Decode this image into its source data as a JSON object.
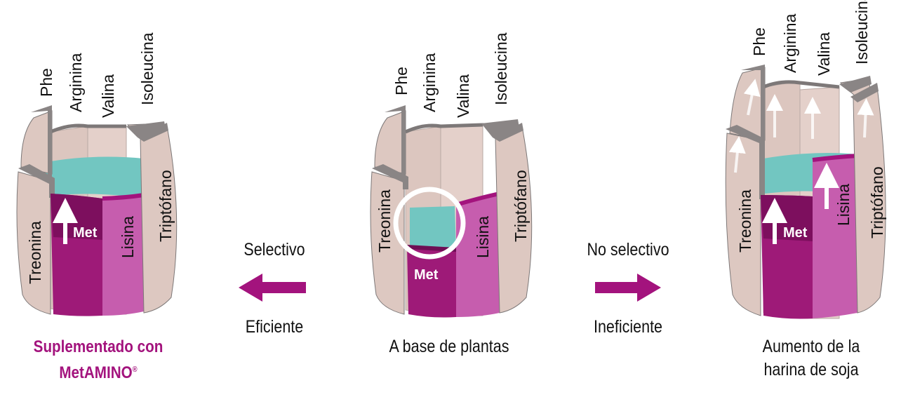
{
  "colors": {
    "plum": "#9e1a78",
    "pink": "#c65dae",
    "stave": "#e2cdc6",
    "rim": "#7d7878",
    "water": "#72c6c1",
    "brand": "#a3137d"
  },
  "staves": {
    "phe": "Phe",
    "arginina": "Arginina",
    "valina": "Valina",
    "isoleucina": "Isoleucina",
    "treonina": "Treonina",
    "triptofano": "Triptófano",
    "lisina": "Lisina",
    "met": "Met"
  },
  "left": {
    "caption_line1": "Suplementado con",
    "caption_line2": "MetAMINO",
    "caption_mark": "®"
  },
  "center": {
    "caption": "A base de plantas"
  },
  "right": {
    "caption_line1": "Aumento de la",
    "caption_line2": "harina de soja"
  },
  "arrow_left": {
    "top_label": "Selectivo",
    "bottom_label": "Eficiente",
    "icon": "arrow-left-icon"
  },
  "arrow_right": {
    "top_label": "No selectivo",
    "bottom_label": "Ineficiente",
    "icon": "arrow-right-icon"
  }
}
